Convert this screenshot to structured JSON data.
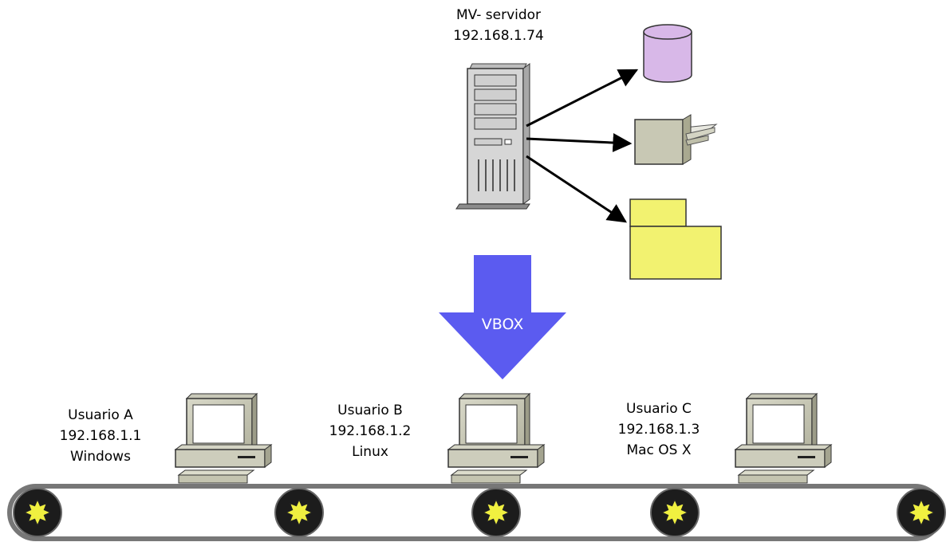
{
  "server": {
    "name": "MV- servidor",
    "ip": "192.168.1.74"
  },
  "resources": [
    {
      "icon": "database-icon",
      "color": "#D8B8E8"
    },
    {
      "icon": "printer-icon",
      "color": "#C8C8B4"
    },
    {
      "icon": "folder-icon",
      "color": "#F2F270"
    }
  ],
  "vbox": {
    "label": "VBOX",
    "color": "#5B5BF0"
  },
  "users": [
    {
      "name": "Usuario A",
      "ip": "192.168.1.1",
      "os": "Windows"
    },
    {
      "name": "Usuario B",
      "ip": "192.168.1.2",
      "os": "Linux"
    },
    {
      "name": "Usuario C",
      "ip": "192.168.1.3",
      "os": "Mac OS X"
    }
  ],
  "network": {
    "icon": "token-ring-bus-icon",
    "node_color": "#F0F040"
  }
}
